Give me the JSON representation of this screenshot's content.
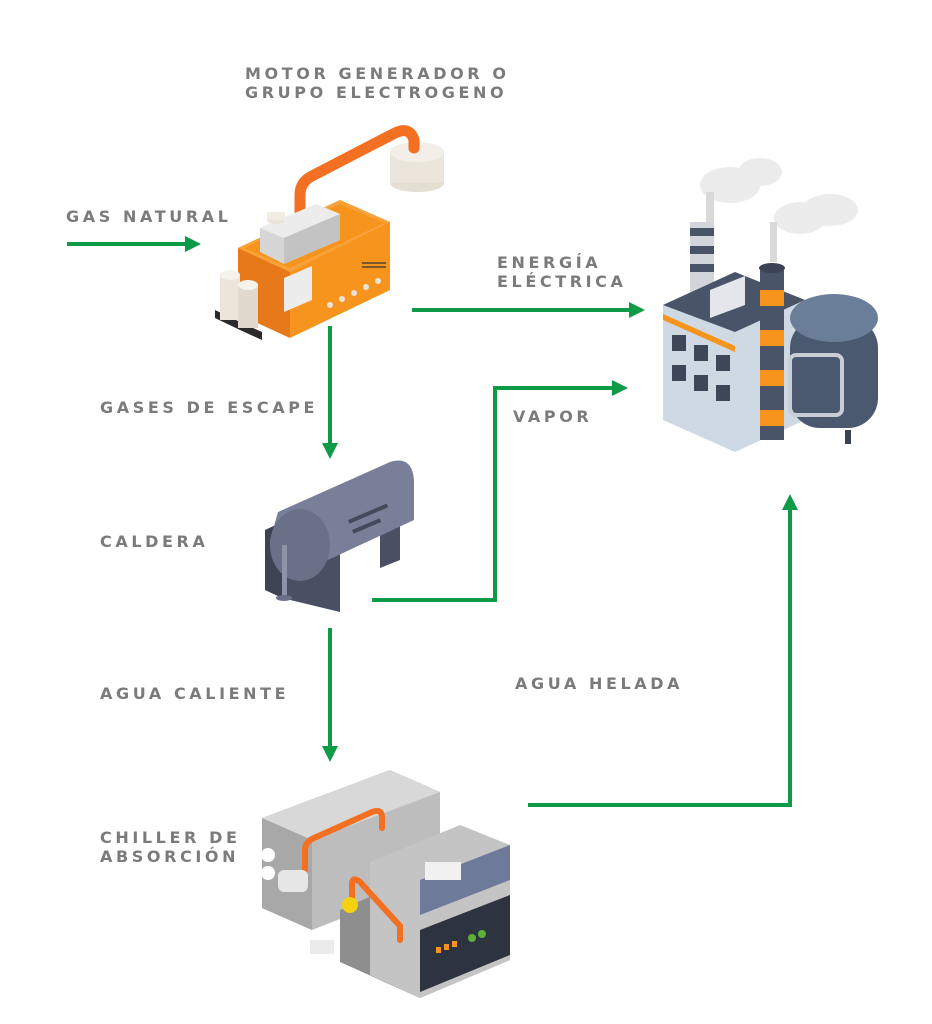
{
  "diagram": {
    "title": "Cogeneración / Trigeneración",
    "colors": {
      "arrow": "#0e9a47",
      "label": "#7b7b7b",
      "orange": "#f7941d",
      "orange_dark": "#e8791a",
      "pipe": "#f36f21",
      "steel_dark": "#4a5468",
      "boiler": "#7a7f99",
      "light_gray": "#d9dadb"
    },
    "nodes": [
      {
        "id": "motor",
        "label_line1": "Motor generador o",
        "label_line2": "grupo electrogeno",
        "icon": "generator-icon"
      },
      {
        "id": "caldera",
        "label": "Caldera",
        "icon": "boiler-icon"
      },
      {
        "id": "chiller",
        "label_line1": "Chiller de",
        "label_line2": "absorción",
        "icon": "absorption-chiller-icon"
      },
      {
        "id": "fabrica",
        "label": "",
        "icon": "factory-icon"
      }
    ],
    "flows": [
      {
        "id": "gas",
        "label": "Gas natural",
        "from": "",
        "to": "motor"
      },
      {
        "id": "electrica",
        "label_line1": "Energía",
        "label_line2": "eléctrica",
        "from": "motor",
        "to": "fabrica"
      },
      {
        "id": "escape",
        "label": "Gases de escape",
        "from": "motor",
        "to": "caldera"
      },
      {
        "id": "vapor",
        "label": "Vapor",
        "from": "caldera",
        "to": "fabrica"
      },
      {
        "id": "caliente",
        "label": "Agua caliente",
        "from": "caldera",
        "to": "chiller"
      },
      {
        "id": "helada",
        "label": "Agua helada",
        "from": "chiller",
        "to": "fabrica"
      }
    ]
  }
}
